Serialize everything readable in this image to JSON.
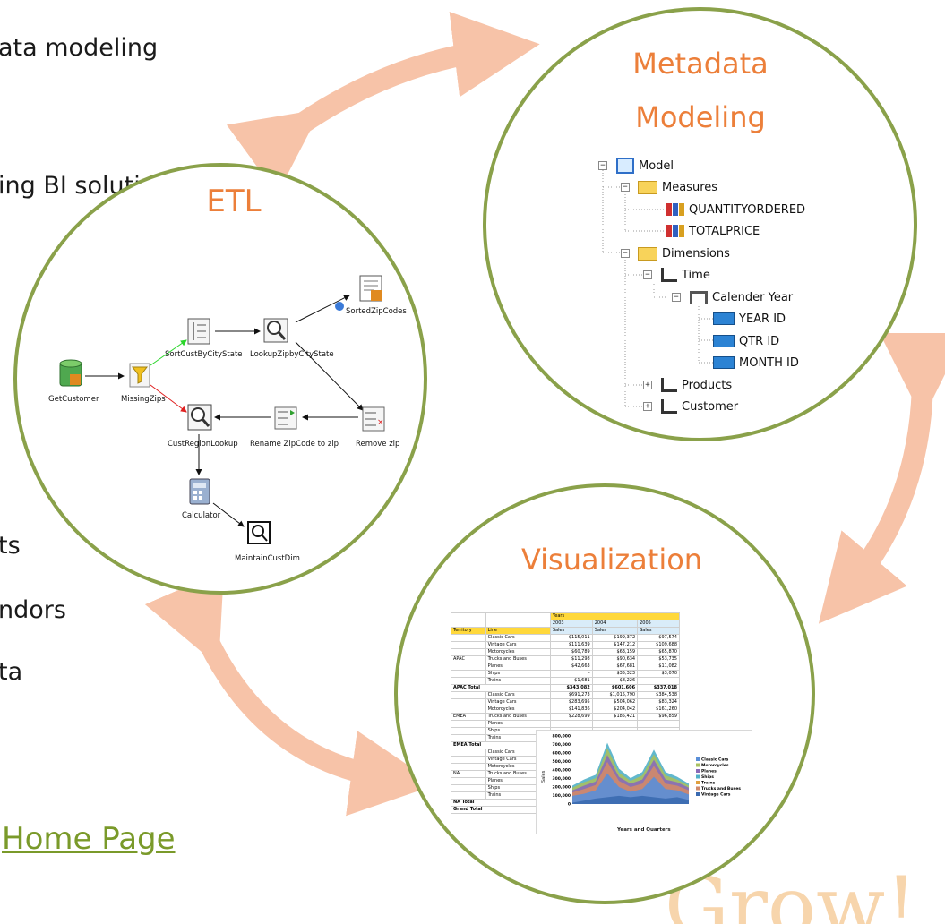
{
  "background": {
    "lines": [
      "ata modeling",
      "ing BI solutions",
      "ts",
      "ndors",
      "ta"
    ],
    "link": "Home Page",
    "corner_logo": "Grow!"
  },
  "colors": {
    "accent": "#ec7f3a",
    "circle_border": "#8aa14a",
    "arrow": "#f7c3a8",
    "link": "#7a9a2a"
  },
  "etl": {
    "title": "ETL",
    "steps": {
      "get_customer": "GetCustomer",
      "missing_zips": "MissingZips",
      "sort_cust": "SortCustByCityState",
      "lookup_zip": "LookupZipbyCityState",
      "sorted_zip": "SortedZipCodes",
      "cust_region": "CustRegionLookup",
      "rename_zip": "Rename ZipCode to zip",
      "remove_zip": "Remove zip",
      "calculator": "Calculator",
      "maintain_dim": "MaintainCustDim"
    }
  },
  "metadata": {
    "title_line1": "Metadata",
    "title_line2": "Modeling",
    "tree": {
      "model": "Model",
      "measures": "Measures",
      "quantity": "QUANTITYORDERED",
      "totalprice": "TOTALPRICE",
      "dimensions": "Dimensions",
      "time": "Time",
      "calendar_year": "Calender Year",
      "year_id": "YEAR ID",
      "qtr_id": "QTR ID",
      "month_id": "MONTH ID",
      "products": "Products",
      "customer": "Customer"
    }
  },
  "visualization": {
    "title": "Visualization",
    "table": {
      "years_label": "Years",
      "territory_label": "Territory",
      "line_label": "Line",
      "sales_label": "Sales",
      "years": [
        "2003",
        "2004",
        "2005"
      ],
      "groups": [
        {
          "territory": "APAC",
          "rows": [
            [
              "Classic Cars",
              "$115,011",
              "$199,372",
              "$97,574"
            ],
            [
              "Vintage Cars",
              "$111,639",
              "$147,212",
              "$109,688"
            ],
            [
              "Motorcycles",
              "$60,789",
              "$63,159",
              "$65,870"
            ],
            [
              "Trucks and Buses",
              "$11,298",
              "$90,634",
              "$53,735"
            ],
            [
              "Planes",
              "$42,663",
              "$67,681",
              "$11,082"
            ],
            [
              "Ships",
              "-",
              "$35,323",
              "$3,070"
            ],
            [
              "Trains",
              "$1,681",
              "$8,226",
              "-"
            ]
          ],
          "total": [
            "APAC Total",
            "$343,082",
            "$601,606",
            "$337,018"
          ]
        },
        {
          "territory": "EMEA",
          "rows": [
            [
              "Classic Cars",
              "$691,273",
              "$1,015,790",
              "$384,538"
            ],
            [
              "Vintage Cars",
              "$283,695",
              "$504,062",
              "$83,324"
            ],
            [
              "Motorcycles",
              "$141,836",
              "$204,042",
              "$161,260"
            ],
            [
              "Trucks and Buses",
              "$228,699",
              "$185,421",
              "$96,859"
            ],
            [
              "Planes",
              "",
              "",
              ""
            ],
            [
              "Ships",
              "",
              "",
              ""
            ],
            [
              "Trains",
              "",
              "",
              ""
            ]
          ],
          "total": [
            "EMEA Total",
            "",
            "",
            ""
          ]
        },
        {
          "territory": "NA",
          "rows": [
            [
              "Classic Cars",
              "",
              "",
              ""
            ],
            [
              "Vintage Cars",
              "",
              "",
              ""
            ],
            [
              "Motorcycles",
              "",
              "",
              ""
            ],
            [
              "Trucks and Buses",
              "",
              "",
              ""
            ],
            [
              "Planes",
              "",
              "",
              ""
            ],
            [
              "Ships",
              "",
              "",
              ""
            ],
            [
              "Trains",
              "",
              "",
              ""
            ]
          ],
          "total": [
            "NA Total",
            "",
            "",
            ""
          ]
        }
      ],
      "grand_total": "Grand Total"
    },
    "chart": {
      "xlabel": "Years and Quarters",
      "ylabel": "Sales",
      "yticks": [
        "0",
        "100,000",
        "200,000",
        "300,000",
        "400,000",
        "500,000",
        "600,000",
        "700,000",
        "800,000"
      ],
      "legend": [
        "Classic Cars",
        "Motorcycles",
        "Planes",
        "Ships",
        "Trains",
        "Trucks and Buses",
        "Vintage Cars"
      ],
      "legend_colors": [
        "#5a8fd8",
        "#a8c060",
        "#8a6ab8",
        "#50b0c8",
        "#e0a040",
        "#d08a6a",
        "#3a6ab0"
      ]
    }
  }
}
